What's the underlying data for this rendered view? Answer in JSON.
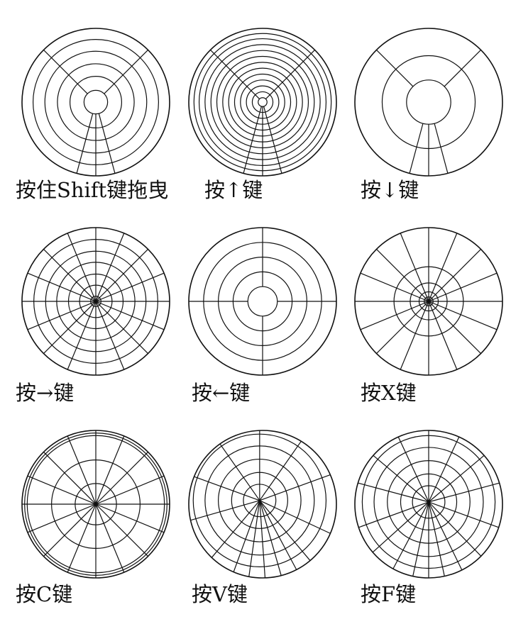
{
  "colors": {
    "background": "#ffffff",
    "ink": "#111111"
  },
  "panels": [
    {
      "caption": "按住Shift键拖曳",
      "rings": [
        0.16,
        0.35,
        0.52,
        0.69,
        0.85,
        1.0
      ],
      "spokes": [
        45,
        135,
        255,
        285,
        270
      ],
      "center": [
        0.0,
        0.0
      ],
      "outer_double": false
    },
    {
      "caption": "按↑键",
      "rings": [
        0.06,
        0.14,
        0.22,
        0.3,
        0.38,
        0.46,
        0.54,
        0.62,
        0.7,
        0.78,
        0.86,
        0.93,
        1.0
      ],
      "spokes": [
        45,
        135,
        255,
        285,
        270
      ],
      "center": [
        0.0,
        0.0
      ],
      "outer_double": false
    },
    {
      "caption": "按↓键",
      "rings": [
        0.3,
        0.63,
        1.0
      ],
      "spokes": [
        45,
        135,
        255,
        285,
        270
      ],
      "center": [
        0.0,
        0.0
      ],
      "outer_double": false
    },
    {
      "caption": "按→键",
      "rings": [
        0.07,
        0.22,
        0.37,
        0.53,
        0.68,
        0.84,
        1.0
      ],
      "spokes": [
        0,
        22.5,
        45,
        67.5,
        90,
        112.5,
        135,
        157.5,
        180,
        202.5,
        225,
        247.5,
        270,
        292.5,
        315,
        337.5
      ],
      "center": [
        0.0,
        0.0
      ],
      "outer_double": false
    },
    {
      "caption": "按←键",
      "rings": [
        0.2,
        0.4,
        0.6,
        0.8,
        1.0
      ],
      "spokes": [
        0,
        90,
        180,
        270
      ],
      "center": [
        0.0,
        0.0
      ],
      "outer_double": false
    },
    {
      "caption": "按X键",
      "rings": [
        0.06,
        0.13,
        0.25,
        0.47,
        1.0
      ],
      "spokes": [
        0,
        22.5,
        45,
        67.5,
        90,
        112.5,
        135,
        157.5,
        180,
        202.5,
        225,
        247.5,
        270,
        292.5,
        315,
        337.5
      ],
      "center": [
        0.0,
        0.0
      ],
      "outer_double": false
    },
    {
      "caption": "按C键",
      "rings": [
        0.28,
        0.6,
        0.93,
        0.965,
        1.0
      ],
      "spokes": [
        0,
        22.5,
        45,
        67.5,
        90,
        112.5,
        135,
        157.5,
        180,
        202.5,
        225,
        247.5,
        270,
        292.5,
        315,
        337.5
      ],
      "center": [
        0.0,
        0.0
      ],
      "outer_double": true
    },
    {
      "caption": "按V键",
      "rings": [
        0.22,
        0.38,
        0.56,
        0.74,
        0.9,
        1.0
      ],
      "spokes": [
        20,
        55,
        90,
        125,
        160,
        196,
        230,
        250,
        262,
        274,
        286,
        298,
        310,
        335
      ],
      "center": [
        -0.04,
        -0.05
      ],
      "outer_double": false
    },
    {
      "caption": "按F键",
      "rings": [
        0.22,
        0.38,
        0.56,
        0.74,
        0.9,
        1.0
      ],
      "spokes": [
        15,
        40,
        65,
        90,
        115,
        140,
        165,
        200,
        222,
        242,
        258,
        270,
        282,
        296,
        314,
        340
      ],
      "center": [
        0.0,
        -0.03
      ],
      "outer_double": false
    }
  ]
}
